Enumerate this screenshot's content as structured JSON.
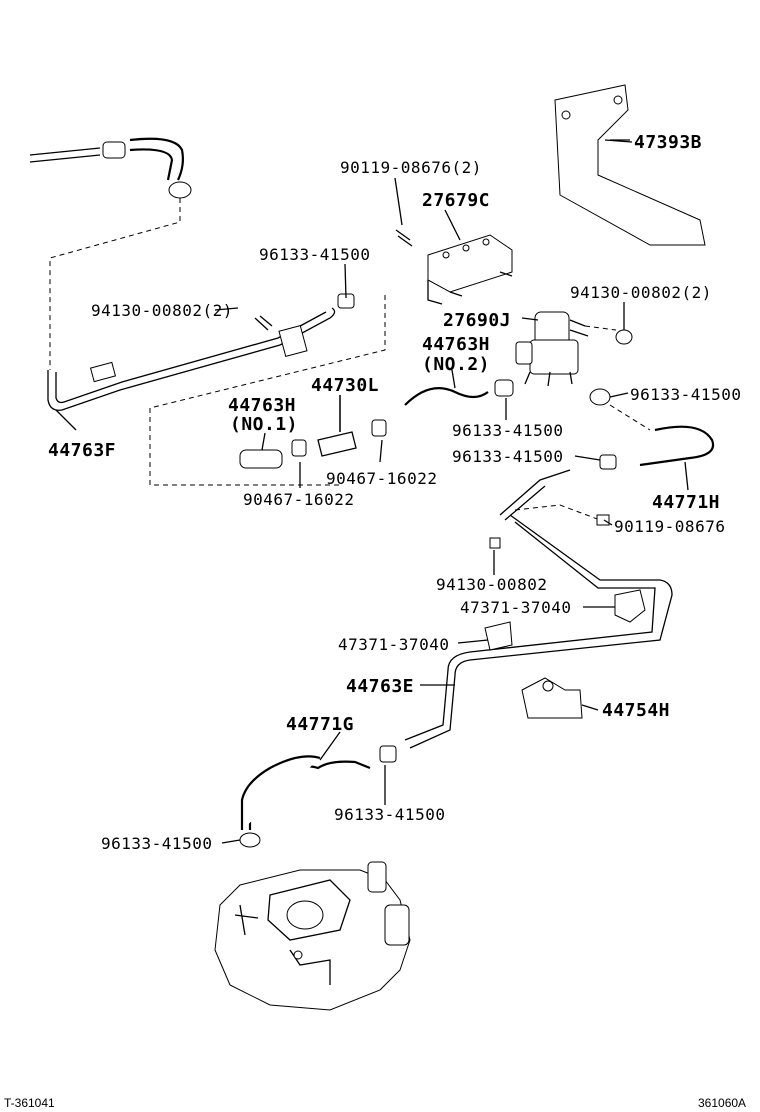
{
  "labels": {
    "p47393b": "47393B",
    "p90119_top": "90119-08676(2)",
    "p27679c": "27679C",
    "p96133_a": "96133-41500",
    "p94130_left": "94130-00802(2)",
    "p94130_right": "94130-00802(2)",
    "p27690j": "27690J",
    "p44763h_no2": "44763H",
    "p44763h_no2_sub": "(NO.2)",
    "p44730l": "44730L",
    "p44763h_no1": "44763H",
    "p44763h_no1_sub": "(NO.1)",
    "p96133_b": "96133-41500",
    "p96133_c": "96133-41500",
    "p96133_d": "96133-41500",
    "p44763f": "44763F",
    "p90467_a": "90467-16022",
    "p90467_b": "90467-16022",
    "p44771h": "44771H",
    "p90119_right": "90119-08676",
    "p94130_mid": "94130-00802",
    "p47371_a": "47371-37040",
    "p47371_b": "47371-37040",
    "p44763e": "44763E",
    "p44754h": "44754H",
    "p44771g": "44771G",
    "p96133_e": "96133-41500",
    "p96133_f": "96133-41500"
  },
  "footer": {
    "left": "T-361041",
    "right": "361060A"
  }
}
